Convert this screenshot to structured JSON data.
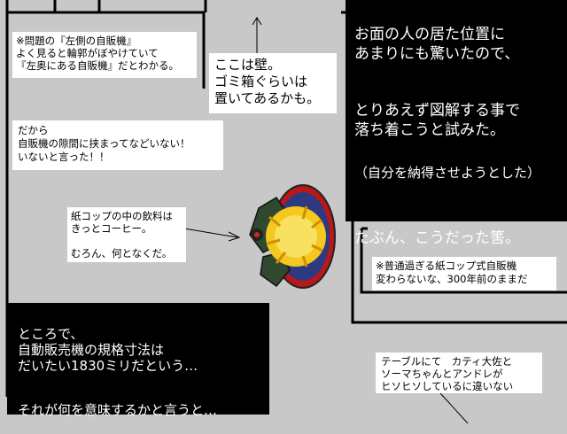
{
  "notes": {
    "left_vending": "※問題の『左側の自販機』\nよく見ると輪郭がぼやけていて\n『左奥にある自販機』だとわかる。",
    "wall": "ここは壁。\nゴミ箱ぐらいは\n置いてあるかも。",
    "gap": "だから\n自販機の隙間に挟まってなどいない！\nいないと言った！！",
    "coffee": "紙コップの中の飲料は\nきっとコーヒー。\n\nむろん、何となくだ。",
    "cup_machine": "※普通過ぎる紙コップ式自販機\n変わらないな、300年前のままだ",
    "table": "テーブルにて　カティ大佐と\nソーマちゃんとアンドレが\nヒソヒソしているに違いない"
  },
  "narration": {
    "top_right": {
      "line1": "お面の人の居た位置に\nあまりにも驚いたので、",
      "line2": "とりあえず図解する事で\n落ち着こうと試みた。",
      "line3": "（自分を納得させようとした）",
      "line4": "たぶん、こうだった筈。"
    },
    "bottom_left": {
      "line1": "ところで、\n自動販売機の規格寸法は\nだいたい1830ミリだという…",
      "line2": "それが何を意味するかと言うと…"
    }
  },
  "colors": {
    "background": "#c8c8c8",
    "figure_red": "#b81818",
    "figure_yellow": "#f5c820",
    "figure_green": "#304830"
  }
}
